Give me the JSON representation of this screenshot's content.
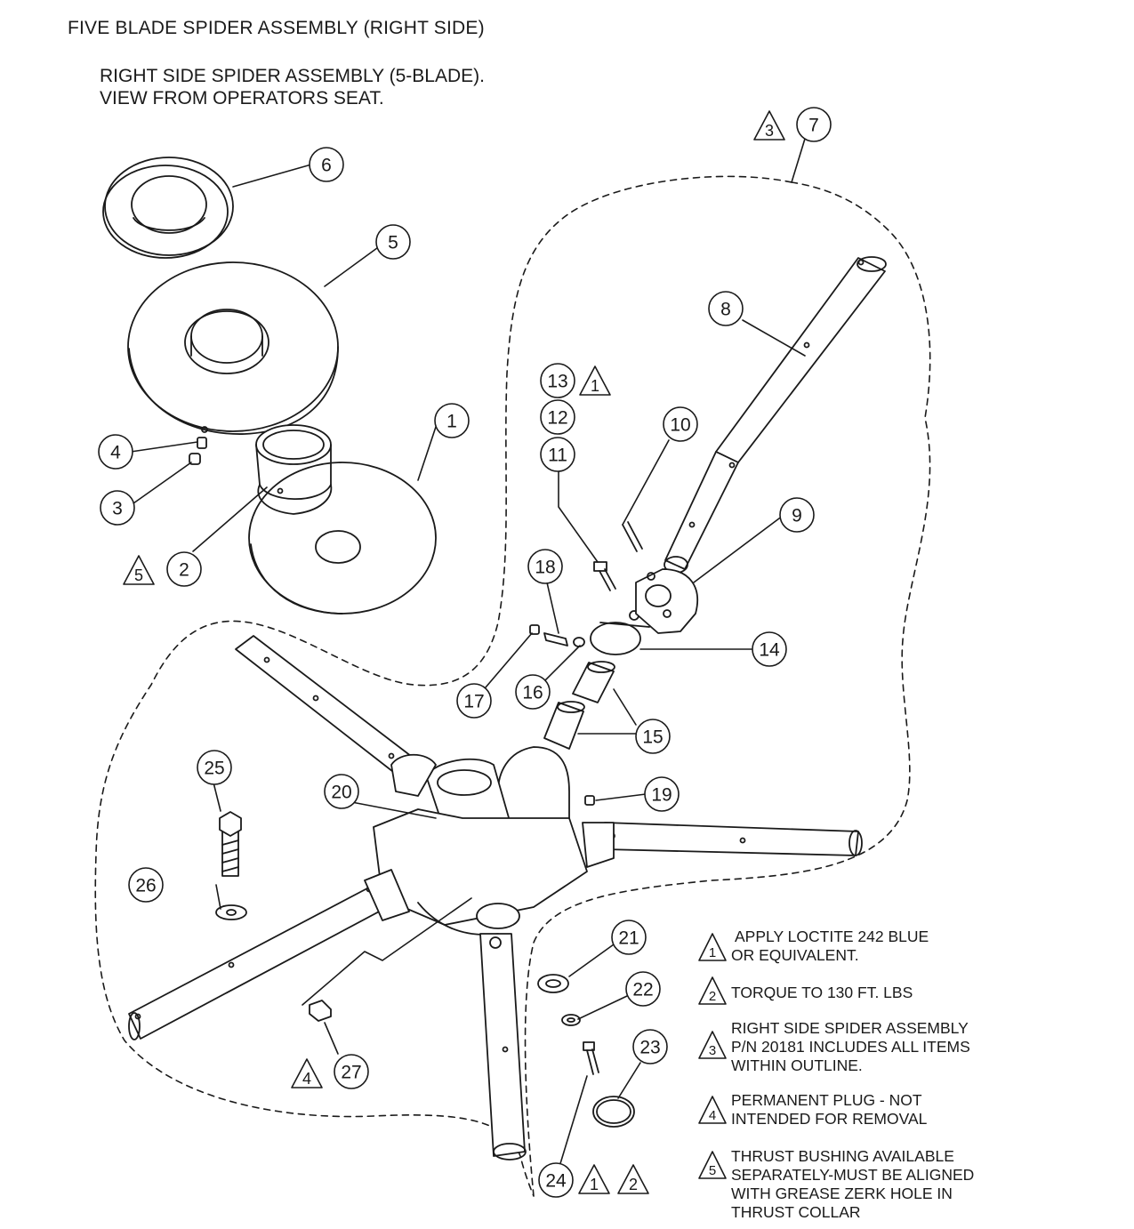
{
  "title": "FIVE BLADE SPIDER ASSEMBLY (RIGHT SIDE)",
  "subtitle": [
    "RIGHT SIDE SPIDER ASSEMBLY (5-BLADE).",
    "VIEW FROM OPERATORS SEAT."
  ],
  "callouts": {
    "c1": "1",
    "c2": "2",
    "c3": "3",
    "c4": "4",
    "c5": "5",
    "c6": "6",
    "c7": "7",
    "c8": "8",
    "c9": "9",
    "c10": "10",
    "c11": "11",
    "c12": "12",
    "c13": "13",
    "c14": "14",
    "c15": "15",
    "c16": "16",
    "c17": "17",
    "c18": "18",
    "c19": "19",
    "c20": "20",
    "c21": "21",
    "c22": "22",
    "c23": "23",
    "c24": "24",
    "c25": "25",
    "c26": "26",
    "c27": "27"
  },
  "flags": {
    "f3_top": "3",
    "f13": "1",
    "f2_left": "5",
    "f27": "4",
    "f24a": "1",
    "f24b": "2"
  },
  "notes": [
    {
      "flag": "1",
      "lines": [
        "APPLY LOCTITE  242 BLUE",
        "OR EQUIVALENT."
      ]
    },
    {
      "flag": "2",
      "lines": [
        "TORQUE TO 130 FT. LBS"
      ]
    },
    {
      "flag": "3",
      "lines": [
        "RIGHT SIDE SPIDER ASSEMBLY",
        "P/N 20181 INCLUDES ALL ITEMS",
        "WITHIN OUTLINE."
      ]
    },
    {
      "flag": "4",
      "lines": [
        "PERMANENT PLUG - NOT",
        "INTENDED FOR REMOVAL"
      ]
    },
    {
      "flag": "5",
      "lines": [
        "THRUST BUSHING AVAILABLE",
        "SEPARATELY-MUST BE ALIGNED",
        "WITH GREASE ZERK HOLE IN",
        "THRUST COLLAR"
      ]
    }
  ]
}
